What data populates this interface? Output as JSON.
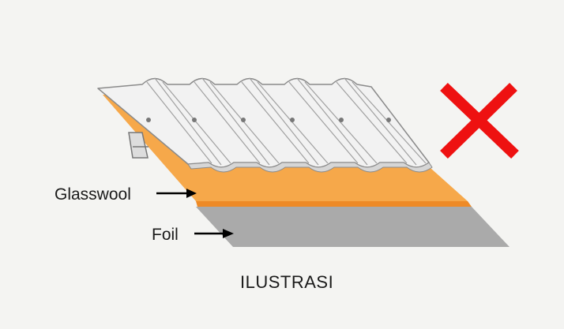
{
  "labels": {
    "glasswool": "Glasswool",
    "foil": "Foil",
    "caption": "ILUSTRASI"
  },
  "icons": {
    "wrong_mark": "x-mark-icon",
    "arrow": "arrow-right-icon"
  },
  "colors": {
    "background": "#f4f4f2",
    "glasswool": "#f6a84a",
    "glasswool_edge": "#ee8a26",
    "foil": "#aaaaaa",
    "roof": "#f2f2f2",
    "x_mark": "#ee1111"
  }
}
